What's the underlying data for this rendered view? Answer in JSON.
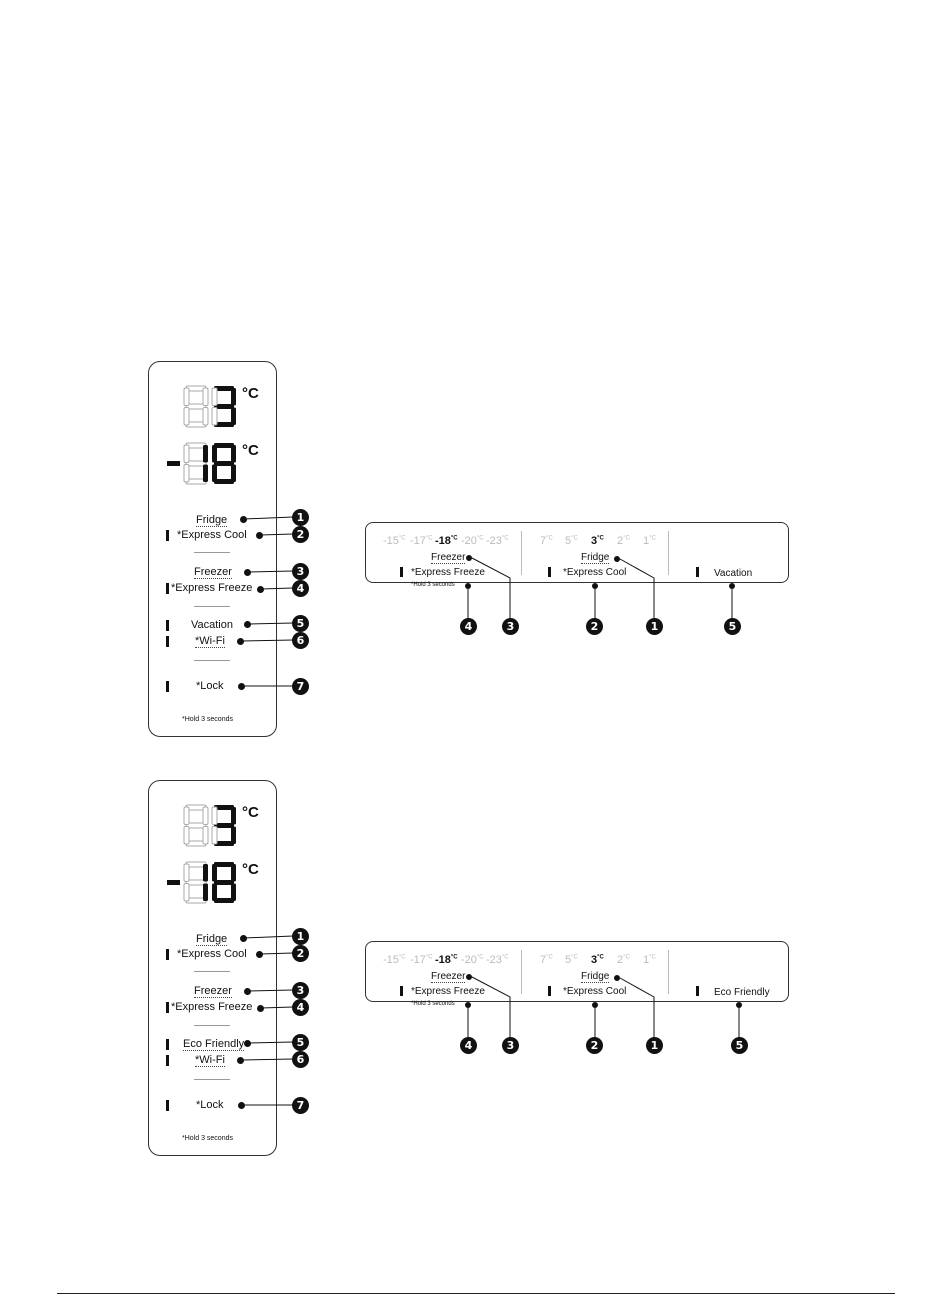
{
  "diagrams": [
    {
      "vertical_panel": {
        "digits_top": "83",
        "unit_top": "°C",
        "digits_bottom": "18",
        "unit_bottom": "°C",
        "fridge": "Fridge",
        "express_cool": "*Express Cool",
        "freezer": "Freezer",
        "express_freeze": "*Express Freeze",
        "mode": "Vacation",
        "wifi": "*Wi-Fi",
        "lock": "*Lock",
        "hold_note": "*Hold 3 seconds",
        "callouts": [
          "1",
          "2",
          "3",
          "4",
          "5",
          "6",
          "7"
        ]
      },
      "horizontal_panel": {
        "freezer_temps": [
          {
            "value": "-15",
            "unit": "°C",
            "active": false
          },
          {
            "value": "-17",
            "unit": "°C",
            "active": false
          },
          {
            "value": "-18",
            "unit": "°C",
            "active": true
          },
          {
            "value": "-20",
            "unit": "°C",
            "active": false
          },
          {
            "value": "-23",
            "unit": "°C",
            "active": false
          }
        ],
        "fridge_temps": [
          {
            "value": "7",
            "unit": "°C",
            "active": false
          },
          {
            "value": "5",
            "unit": "°C",
            "active": false
          },
          {
            "value": "3",
            "unit": "°C",
            "active": true
          },
          {
            "value": "2",
            "unit": "°C",
            "active": false
          },
          {
            "value": "1",
            "unit": "°C",
            "active": false
          }
        ],
        "freezer": "Freezer",
        "express_freeze": "*Express Freeze",
        "hold_note": "*Hold 3 seconds",
        "fridge": "Fridge",
        "express_cool": "*Express Cool",
        "mode": "Vacation",
        "callouts": [
          "4",
          "3",
          "2",
          "1",
          "5"
        ]
      }
    },
    {
      "vertical_panel": {
        "digits_top": "83",
        "unit_top": "°C",
        "digits_bottom": "18",
        "unit_bottom": "°C",
        "fridge": "Fridge",
        "express_cool": "*Express Cool",
        "freezer": "Freezer",
        "express_freeze": "*Express Freeze",
        "mode": "Eco Friendly",
        "wifi": "*Wi-Fi",
        "lock": "*Lock",
        "hold_note": "*Hold 3 seconds",
        "callouts": [
          "1",
          "2",
          "3",
          "4",
          "5",
          "6",
          "7"
        ]
      },
      "horizontal_panel": {
        "freezer_temps": [
          {
            "value": "-15",
            "unit": "°C",
            "active": false
          },
          {
            "value": "-17",
            "unit": "°C",
            "active": false
          },
          {
            "value": "-18",
            "unit": "°C",
            "active": true
          },
          {
            "value": "-20",
            "unit": "°C",
            "active": false
          },
          {
            "value": "-23",
            "unit": "°C",
            "active": false
          }
        ],
        "fridge_temps": [
          {
            "value": "7",
            "unit": "°C",
            "active": false
          },
          {
            "value": "5",
            "unit": "°C",
            "active": false
          },
          {
            "value": "3",
            "unit": "°C",
            "active": true
          },
          {
            "value": "2",
            "unit": "°C",
            "active": false
          },
          {
            "value": "1",
            "unit": "°C",
            "active": false
          }
        ],
        "freezer": "Freezer",
        "express_freeze": "*Express Freeze",
        "hold_note": "*Hold 3 seconds",
        "fridge": "Fridge",
        "express_cool": "*Express Cool",
        "mode": "Eco Friendly",
        "callouts": [
          "4",
          "3",
          "2",
          "1",
          "5"
        ]
      }
    }
  ]
}
